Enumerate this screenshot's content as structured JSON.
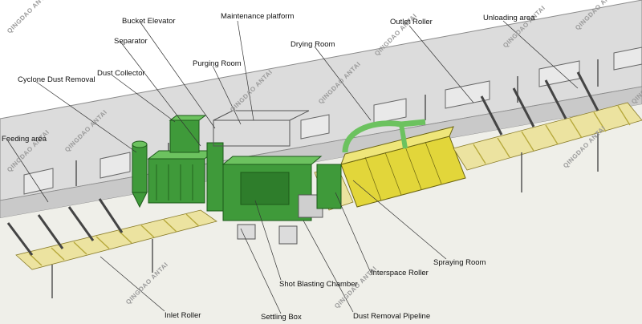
{
  "labels": [
    {
      "id": "bucket-elevator",
      "text": "Bucket Elevator"
    },
    {
      "id": "maintenance-platform",
      "text": "Maintenance platform"
    },
    {
      "id": "separator",
      "text": "Separator"
    },
    {
      "id": "outlet-roller",
      "text": "Outlet Roller"
    },
    {
      "id": "unloading-area",
      "text": "Unloading area"
    },
    {
      "id": "drying-room",
      "text": "Drying Room"
    },
    {
      "id": "purging-room",
      "text": "Purging Room"
    },
    {
      "id": "dust-collector",
      "text": "Dust Collector"
    },
    {
      "id": "cyclone-dust-removal",
      "text": "Cyclone Dust Removal"
    },
    {
      "id": "feeding-area",
      "text": "Feeding area"
    },
    {
      "id": "spraying-room",
      "text": "Spraying Room"
    },
    {
      "id": "interspace-roller",
      "text": "Interspace Roller"
    },
    {
      "id": "shot-blasting-chamber",
      "text": "Shot Blasting Chamber"
    },
    {
      "id": "settling-box",
      "text": "Settling Box"
    },
    {
      "id": "inlet-roller",
      "text": "Inlet Roller"
    },
    {
      "id": "dust-removal-pipeline",
      "text": "Dust Removal Pipeline"
    }
  ],
  "watermark": "QINGDAO ANTAI",
  "colors": {
    "equipment": "#3f9a3a",
    "equipment_light": "#6cc25f",
    "roller": "#e7dc7a",
    "spray_yellow": "#e2d63a",
    "wall": "#d9d9d9",
    "floor": "#ecece6"
  }
}
